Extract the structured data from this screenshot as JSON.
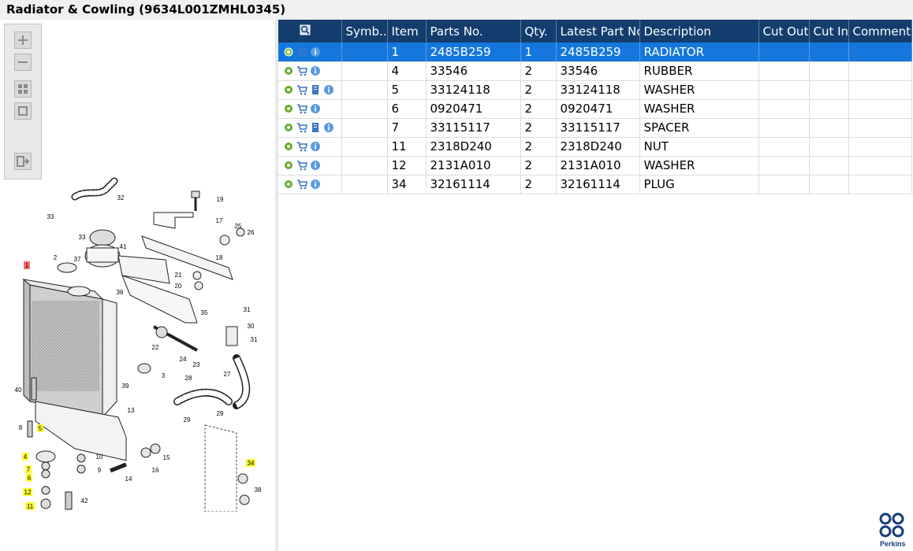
{
  "window": {
    "title": "Radiator & Cowling (9634L001ZMHL0345)"
  },
  "toolbox": {
    "buttons": [
      {
        "name": "zoom-in-icon"
      },
      {
        "name": "zoom-out-icon"
      },
      {
        "name": "fit-page-icon"
      },
      {
        "name": "actual-size-icon"
      },
      {
        "name": "export-icon"
      }
    ]
  },
  "grid": {
    "columns": [
      "Symb...",
      "Item",
      "Parts No.",
      "Qty.",
      "Latest Part No.",
      "Description",
      "Cut Out",
      "Cut In",
      "Comment"
    ],
    "rows": [
      {
        "icons": [
          "status-icon",
          "cart-icon",
          "info-icon"
        ],
        "item": "1",
        "parts_no": "2485B259",
        "qty": "1",
        "latest": "2485B259",
        "description": "RADIATOR",
        "cut_out": "",
        "cut_in": "",
        "comment": "",
        "selected": true
      },
      {
        "icons": [
          "gear-icon",
          "cart-icon",
          "info-icon"
        ],
        "item": "4",
        "parts_no": "33546",
        "qty": "2",
        "latest": "33546",
        "description": "RUBBER",
        "cut_out": "",
        "cut_in": "",
        "comment": ""
      },
      {
        "icons": [
          "gear-icon",
          "cart-icon",
          "document-icon",
          "info-icon"
        ],
        "item": "5",
        "parts_no": "33124118",
        "qty": "2",
        "latest": "33124118",
        "description": "WASHER",
        "cut_out": "",
        "cut_in": "",
        "comment": ""
      },
      {
        "icons": [
          "gear-icon",
          "cart-icon",
          "info-icon"
        ],
        "item": "6",
        "parts_no": "0920471",
        "qty": "2",
        "latest": "0920471",
        "description": "WASHER",
        "cut_out": "",
        "cut_in": "",
        "comment": ""
      },
      {
        "icons": [
          "gear-icon",
          "cart-icon",
          "document-icon",
          "info-icon"
        ],
        "item": "7",
        "parts_no": "33115117",
        "qty": "2",
        "latest": "33115117",
        "description": "SPACER",
        "cut_out": "",
        "cut_in": "",
        "comment": ""
      },
      {
        "icons": [
          "gear-icon",
          "cart-icon",
          "info-icon"
        ],
        "item": "11",
        "parts_no": "2318D240",
        "qty": "2",
        "latest": "2318D240",
        "description": "NUT",
        "cut_out": "",
        "cut_in": "",
        "comment": ""
      },
      {
        "icons": [
          "gear-icon",
          "cart-icon",
          "info-icon"
        ],
        "item": "12",
        "parts_no": "2131A010",
        "qty": "2",
        "latest": "2131A010",
        "description": "WASHER",
        "cut_out": "",
        "cut_in": "",
        "comment": ""
      },
      {
        "icons": [
          "gear-icon",
          "cart-icon",
          "info-icon"
        ],
        "item": "34",
        "parts_no": "32161114",
        "qty": "2",
        "latest": "32161114",
        "description": "PLUG",
        "cut_out": "",
        "cut_in": "",
        "comment": ""
      }
    ]
  },
  "diagram": {
    "callouts": [
      "32",
      "33",
      "19",
      "17",
      "25",
      "26",
      "33",
      "18",
      "2",
      "37",
      "41",
      "1",
      "21",
      "20",
      "36",
      "35",
      "31",
      "30",
      "31",
      "22",
      "24",
      "23",
      "27",
      "3",
      "28",
      "39",
      "40",
      "29",
      "29",
      "13",
      "8",
      "5",
      "10",
      "4",
      "15",
      "7",
      "9",
      "16",
      "6",
      "14",
      "34",
      "12",
      "38",
      "42",
      "11"
    ],
    "highlighted": [
      "1",
      "5",
      "4",
      "7",
      "6",
      "12",
      "11",
      "34"
    ],
    "highlight_color": "#ffff33",
    "selected_color": "#ff6b6b"
  },
  "colors": {
    "header": "#143d6e",
    "selected_row": "#1577dd",
    "brand": "#163e7a"
  },
  "brand": {
    "name": "Perkins"
  }
}
